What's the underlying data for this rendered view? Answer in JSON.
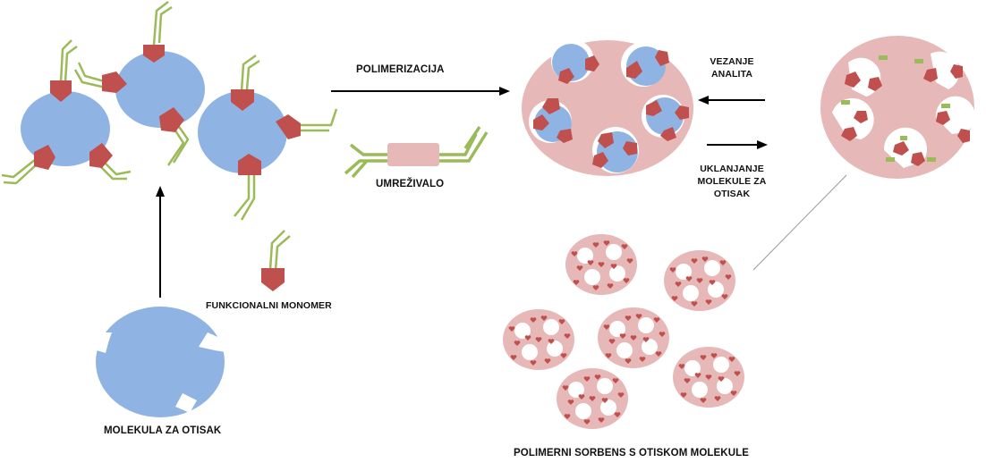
{
  "labels": {
    "polymerization": "POLIMERIZACIJA",
    "crosslinker": "UMREŽIVALO",
    "functional_monomer": "FUNKCIONALNI MONOMER",
    "template_molecule": "MOLEKULA ZA OTISAK",
    "analyte_binding_line1": "VEZANJE",
    "analyte_binding_line2": "ANALITA",
    "template_removal_line1": "UKLANJANJE",
    "template_removal_line2": "MOLEKULE ZA",
    "template_removal_line3": "OTISAK",
    "imprinted_sorbent": "POLIMERNI SORBENS S OTISKOM MOLEKULE"
  },
  "colors": {
    "template_blue": "#8fb4e3",
    "monomer_red": "#c0504d",
    "crosslinker_green": "#9bbb59",
    "polymer_pink": "#e6b8b7",
    "text": "#111111"
  },
  "icons": [
    "arrow-up-icon",
    "arrow-right-icon",
    "arrow-left-icon",
    "vinyl-group-icon",
    "pentagon-monomer-icon"
  ]
}
